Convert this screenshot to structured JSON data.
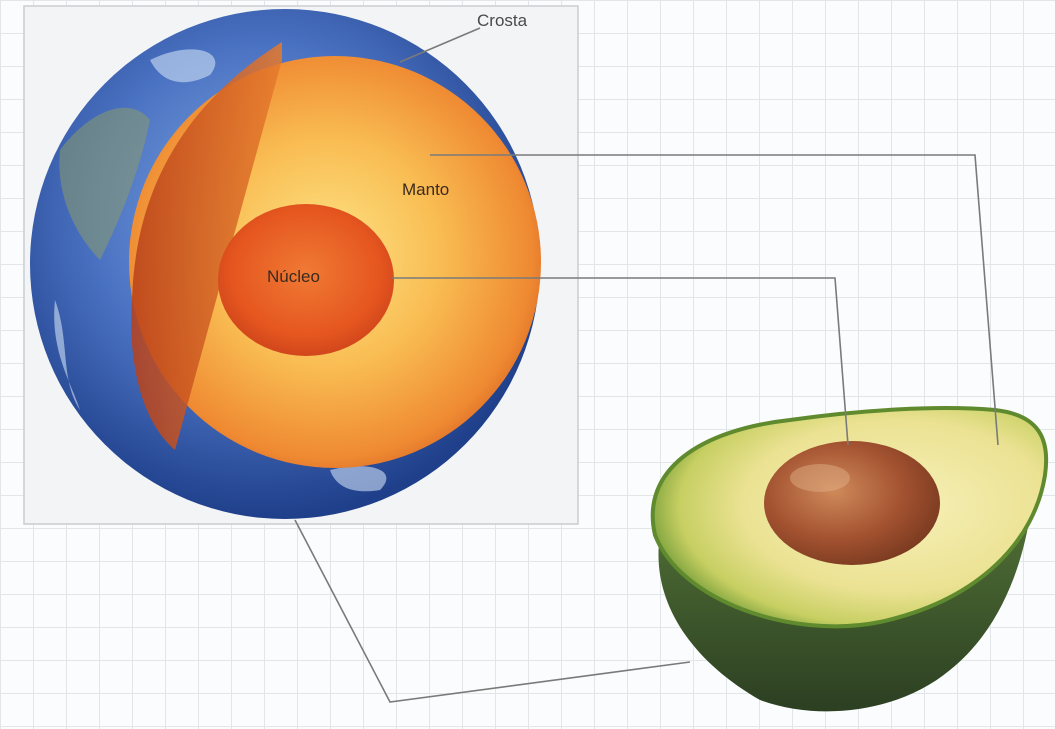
{
  "diagram": {
    "labels": {
      "crust": "Crosta",
      "mantle": "Manto",
      "core": "Núcleo"
    },
    "colors": {
      "grid": "#e3e6e8",
      "ocean": "#3d67b8",
      "mantle": "#f6a443",
      "core": "#e85b22",
      "avocado_skin": "#3d5a2a",
      "avocado_flesh": "#eee49a",
      "avocado_seed": "#a55a32",
      "connector": "#7a7a7a"
    }
  }
}
